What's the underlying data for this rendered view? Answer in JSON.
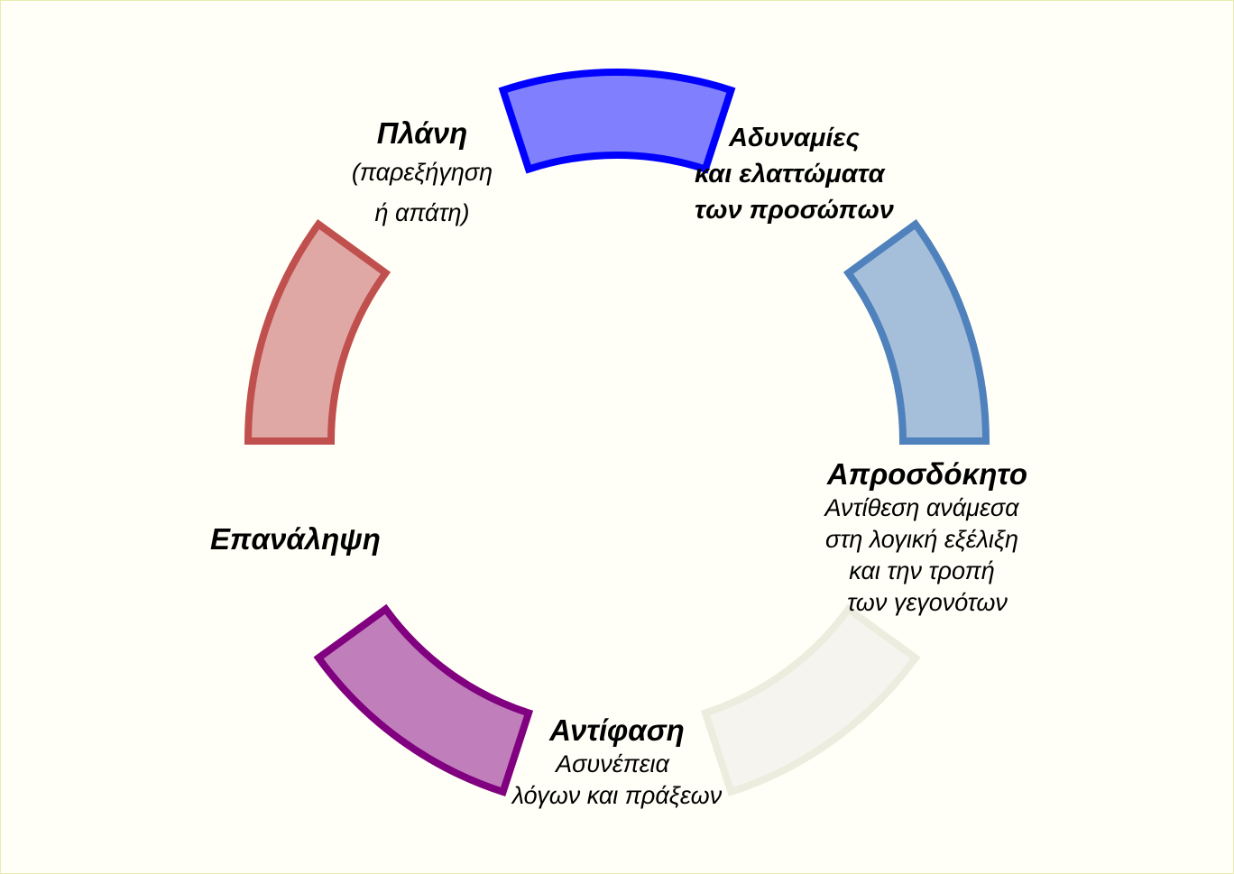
{
  "segments": [
    {
      "name": "segment-top",
      "fill": "#8080ff",
      "stroke": "#0000ff"
    },
    {
      "name": "segment-upper-right",
      "fill": "#a5bfdb",
      "stroke": "#4f81bd"
    },
    {
      "name": "segment-lower-right",
      "fill": "#f5f4ee",
      "stroke": "#ececdf"
    },
    {
      "name": "segment-bottom-left",
      "fill": "#c07fbb",
      "stroke": "#800080"
    },
    {
      "name": "segment-left",
      "fill": "#e0a8a5",
      "stroke": "#c0504d"
    }
  ],
  "labels": {
    "plani": {
      "title": "Πλάνη",
      "sub1": "(παρεξήγηση",
      "sub2": "ή απάτη)"
    },
    "adynamies": {
      "line1": "Αδυναμίες",
      "line2": "και ελαττώματα",
      "line3": "των προσώπων"
    },
    "aprosdokito": {
      "title": "Απροσδόκητο",
      "sub1": "Αντίθεση ανάμεσα",
      "sub2": "στη λογική εξέλιξη",
      "sub3": "και την τροπή",
      "sub4": "των γεγονότων"
    },
    "antifasi": {
      "title": "Αντίφαση",
      "sub1": "Ασυνέπεια",
      "sub2": "λόγων και πράξεων"
    },
    "epanalipsi": {
      "title": "Επανάληψη"
    }
  }
}
